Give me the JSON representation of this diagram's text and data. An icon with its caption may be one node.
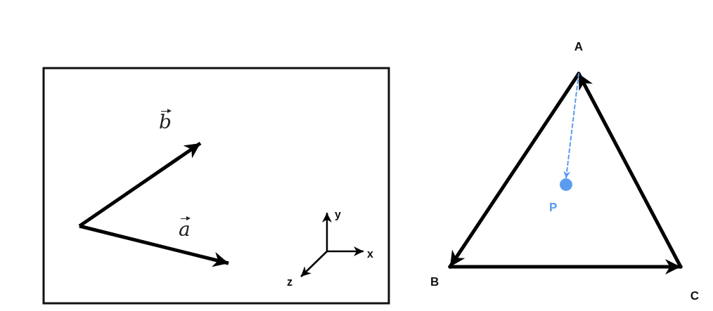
{
  "diagram": {
    "nodes": [
      {
        "text": [
          "A"
        ]
      },
      {
        "text": [
          "B"
        ]
      },
      {
        "text": [
          "C"
        ]
      },
      {
        "text": [
          "P"
        ]
      }
    ],
    "edges": [
      {
        "from": 0,
        "to": 1,
        "arrow": "to"
      },
      {
        "from": 1,
        "to": 2,
        "arrow": "to"
      },
      {
        "from": 2,
        "to": 0,
        "arrow": "to"
      },
      {
        "from": 0,
        "to": 3,
        "arrow": "to",
        "style": "dashed",
        "color": "#5b9bf0"
      }
    ],
    "labels": [
      "b",
      "a",
      "y",
      "x",
      "z"
    ]
  }
}
